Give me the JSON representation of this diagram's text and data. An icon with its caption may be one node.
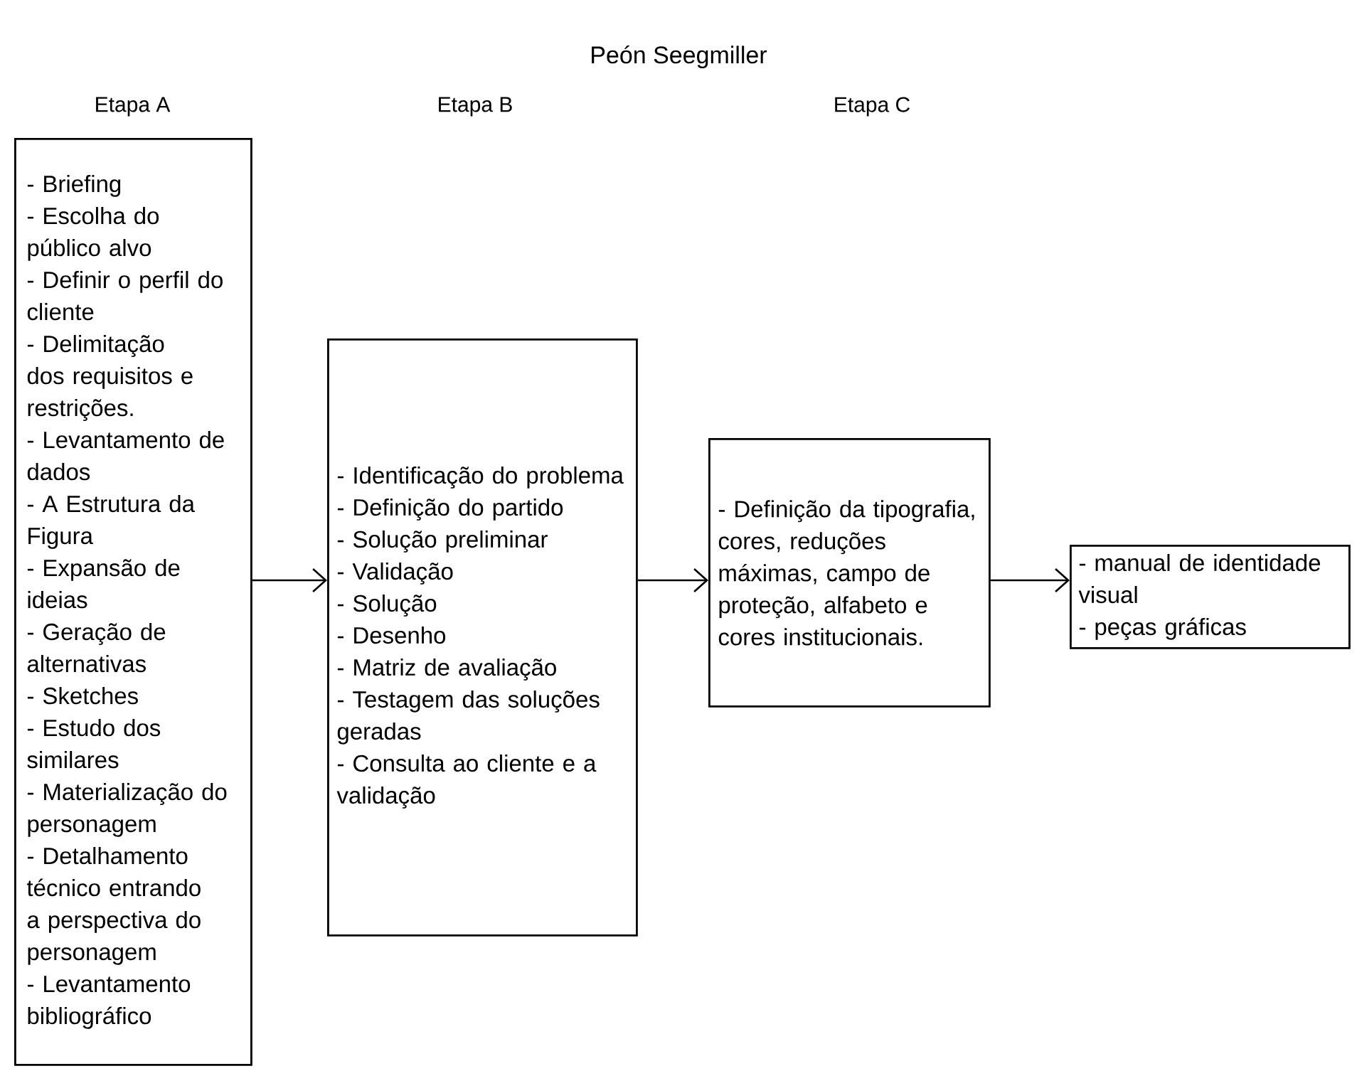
{
  "diagram": {
    "title": "Peón Seegmiller",
    "nodes": [
      {
        "text": [
          "Etapa A",
          "- Briefing",
          "- Escolha do público alvo",
          "- Definir o perfil do cliente",
          "- Delimitação dos requisitos e restrições.",
          "- Levantamento de dados",
          "- A Estrutura da Figura",
          "- Expansão de ideias",
          "- Geração de alternativas",
          "- Sketches",
          "- Estudo dos similares",
          "- Materialização do personagem",
          "- Detalhamento técnico entrando a perspectiva do personagem",
          "- Levantamento bibliográfico"
        ]
      },
      {
        "text": [
          "- Identificação do problema",
          "- Definição do partido",
          "- Solução preliminar",
          "- Validação",
          "- Solução",
          "- Desenho",
          "- Matriz de avaliação",
          "- Testagem das soluções geradas",
          "- Consulta ao cliente e a validação"
        ]
      },
      {
        "text": [
          "- Definição da tipografia, cores, reduções máximas, campo de proteção, alfabeto e cores institucionais."
        ]
      },
      {
        "text": [
          "- manual de identidade visual",
          "- peças gráficas"
        ]
      }
    ],
    "edges": [
      {
        "from": 0,
        "to": 1,
        "arrow": "to"
      },
      {
        "from": 1,
        "to": 2,
        "arrow": "to"
      },
      {
        "from": 2,
        "to": 3,
        "arrow": "to"
      }
    ],
    "labels": [
      "Etapa B",
      "Etapa C"
    ]
  }
}
